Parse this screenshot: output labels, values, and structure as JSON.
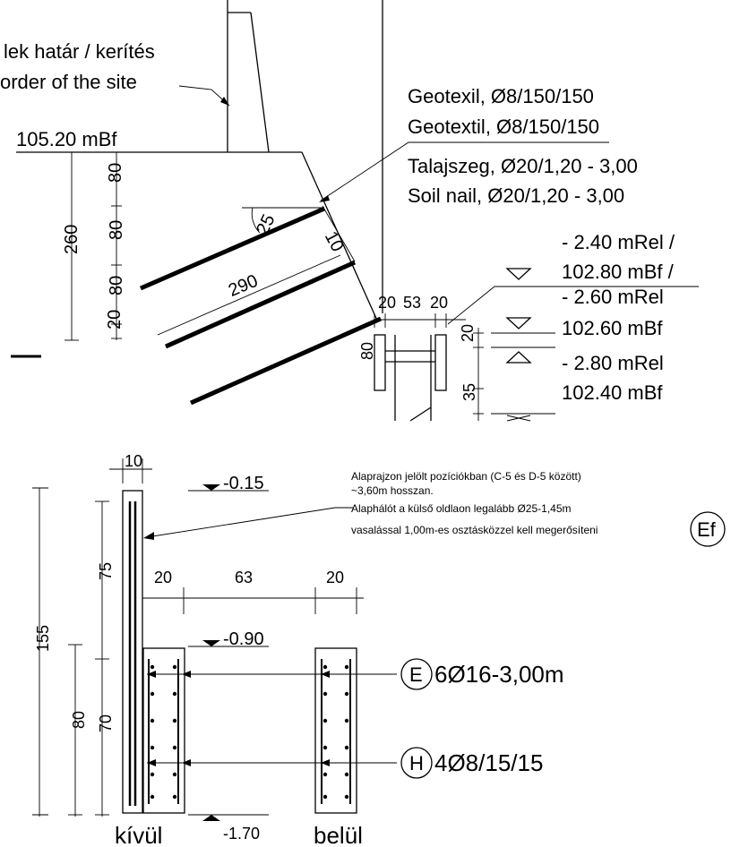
{
  "top": {
    "border_hu": "lek határ / kerítés",
    "border_en": "order of the site",
    "level_top": "105.20 mBf",
    "geotex_hu": "Geotexil, Ø8/150/150",
    "geotex_en": "Geotextil, Ø8/150/150",
    "nail_hu": "Talajszeg, Ø20/1,20 - 3,00",
    "nail_en": "Soil nail, Ø20/1,20 - 3,00",
    "dims": {
      "d80a": "80",
      "d80b": "80",
      "d80c": "80",
      "d20": "20",
      "d260": "260",
      "angle": "25",
      "d10": "10",
      "d290": "290",
      "wall_20a": "20",
      "wall_53": "53",
      "wall_20b": "20",
      "wall_v20": "20",
      "wall_v80": "80",
      "wall_v35": "35"
    },
    "levels": {
      "rel1": "- 2.40 mRel /",
      "bf1": "102.80 mBf /",
      "rel2": "- 2.60 mRel",
      "bf2": "102.60 mBf",
      "rel3": "- 2.80 mRel",
      "bf3": "102.40 mBf"
    }
  },
  "bottom": {
    "dims": {
      "w10": "10",
      "h155": "155",
      "h75": "75",
      "h80": "80",
      "h70": "70",
      "w20a": "20",
      "w63": "63",
      "w20b": "20"
    },
    "levels": {
      "l1": "-0.15",
      "l2": "-0.90",
      "l3": "-1.70"
    },
    "note": [
      "Alaprajzon jelölt pozíciókban (C-5 és D-5 között)",
      "~3,60m hosszan.",
      "Alaphálót a külső oldlaon legalább Ø25-1,45m",
      "vasalással 1,00m-es osztásközzel kell megerősíteni"
    ],
    "tag_ef": "Ef",
    "tag_e": "E",
    "rebar_e": "6Ø16-3,00m",
    "tag_h": "H",
    "rebar_h": "4Ø8/15/15",
    "outside": "kívül",
    "inside": "belül"
  }
}
